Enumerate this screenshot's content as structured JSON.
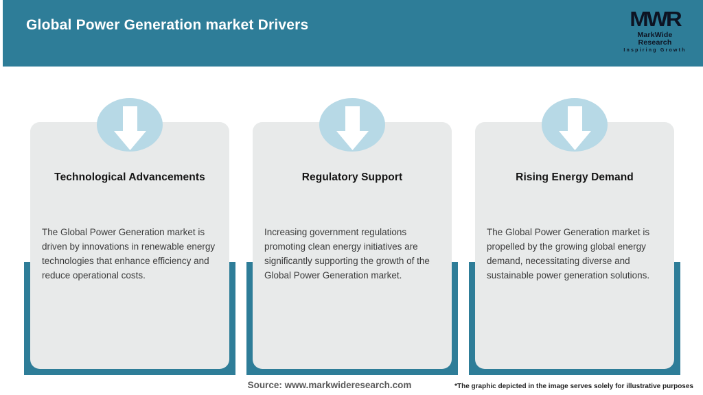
{
  "header": {
    "title": "Global Power Generation market Drivers",
    "logo": {
      "acronym": "MWR",
      "name": "MarkWide Research",
      "tagline": "Inspiring Growth"
    }
  },
  "cards": [
    {
      "title": "Technological Advancements",
      "body": "The Global Power Generation market is driven by innovations in renewable energy technologies that enhance efficiency and reduce operational costs."
    },
    {
      "title": "Regulatory Support",
      "body": "Increasing government regulations promoting clean energy initiatives are significantly supporting the growth of the Global Power Generation market."
    },
    {
      "title": "Rising Energy Demand",
      "body": "The Global Power Generation market is propelled by the growing global energy demand, necessitating diverse and sustainable power generation solutions."
    }
  ],
  "footer": {
    "source": "Source: www.markwideresearch.com",
    "disclaimer": "*The graphic depicted in the image serves solely for illustrative purposes"
  },
  "colors": {
    "teal": "#2e7d98",
    "circle_blue": "#b7d9e6",
    "card_gray": "#e8eaea"
  }
}
